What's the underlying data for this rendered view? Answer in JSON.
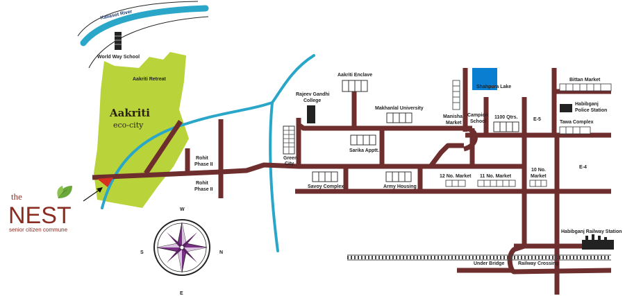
{
  "colors": {
    "road": "#6e2e2e",
    "river": "#2aa6c8",
    "green_zone": "#b8d43a",
    "lake": "#0a7fd1",
    "marker": "#d6301f",
    "brand": "#8a2c21",
    "leaf": "#6aa83a",
    "compass_purple": "#7a2f86"
  },
  "labels": {
    "kaliasot_river": "Kaliasot River",
    "world_way_school": "World Way School",
    "aakriti_retreat": "Aakriti Retreat",
    "aakriti_title": "Aakriti",
    "eco_city": "eco-city",
    "rohit_phase_top": "Rohit",
    "rohit_phase_top_2": "Phase II",
    "rohit_phase_bot": "Rohit",
    "rohit_phase_bot_2": "Phase II",
    "aakriti_enclave": "Aakriti Enclave",
    "rajeev_gandhi": "Rajeev Gandhi",
    "college": "College",
    "makhanlal": "Makhanlal University",
    "sarika": "Sarika Apptt.",
    "green_city": "Green",
    "green_city_2": "City",
    "savoy": "Savoy Complex",
    "army_housing": "Army Housing",
    "manisha": "Manisha",
    "market": "Market",
    "campion": "Campion",
    "school": "School",
    "qtrs": "1100 Qtrs.",
    "shahpura_lake": "Shahpura Lake",
    "bittan_market": "Bittan Market",
    "habibganj_police": "Habibganj",
    "police_station": "Police Station",
    "e5": "E-5",
    "tawa_complex": "Tawa Complex",
    "e4": "E-4",
    "twelve_market": "12 No. Market",
    "eleven_market": "11 No. Market",
    "ten_no": "10 No.",
    "ten_market": "Market",
    "habibganj_station": "Habibganj Railway Station",
    "under_bridge": "Under Bridge",
    "railway_crossing": "Railway Crossing"
  },
  "compass": {
    "w": "W",
    "s": "S",
    "n": "N",
    "e": "E"
  },
  "logo": {
    "the": "the",
    "nest": "NEST",
    "tagline": "senior citizen commune"
  }
}
